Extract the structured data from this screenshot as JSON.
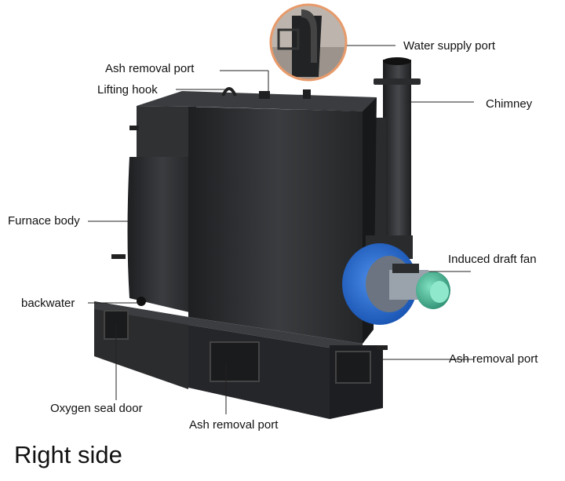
{
  "caption": "Right side",
  "labels": {
    "water_supply_port": "Water supply port",
    "ash_removal_port_top": "Ash removal port",
    "lifting_hook": "Lifting hook",
    "chimney": "Chimney",
    "furnace_body": "Furnace body",
    "induced_draft_fan": "Induced draft fan",
    "backwater": "backwater",
    "ash_removal_port_right": "Ash removal port",
    "oxygen_seal_door": "Oxygen seal door",
    "ash_removal_port_bottom": "Ash removal port"
  },
  "colors": {
    "body": "#2b2d2f",
    "body_dark": "#1c1d1f",
    "fan_blue": "#1f6ad4",
    "motor_green": "#3ea88a",
    "zoom_ring": "#e89a6a"
  }
}
